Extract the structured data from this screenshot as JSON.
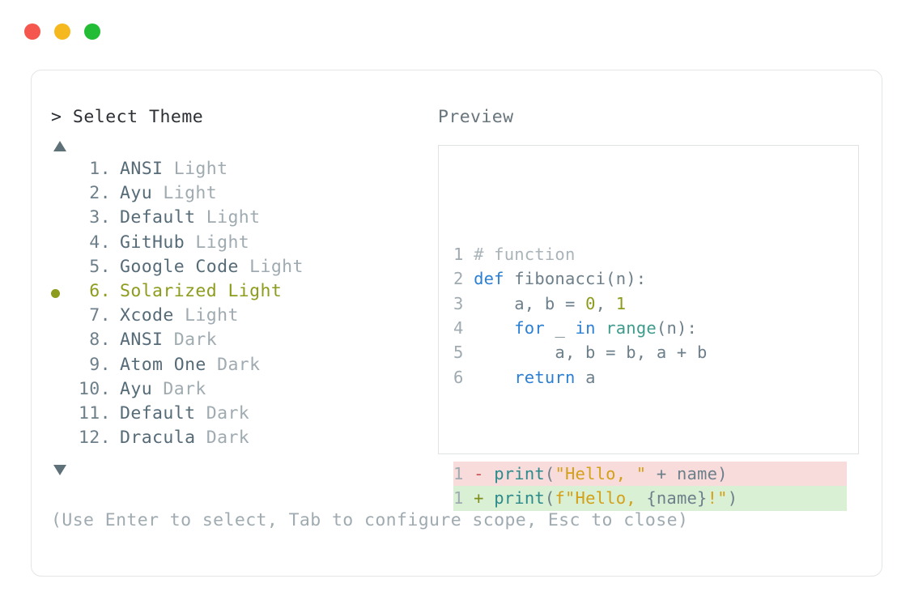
{
  "window": {
    "traffic_lights": [
      {
        "name": "close-button",
        "color": "#f5574e"
      },
      {
        "name": "minimize-button",
        "color": "#f5b81e"
      },
      {
        "name": "maximize-button",
        "color": "#22bd34"
      }
    ]
  },
  "left": {
    "prompt_caret": ">",
    "prompt_title": "Select Theme",
    "scroll_up_icon": "triangle-up-icon",
    "scroll_down_icon": "triangle-down-icon",
    "selected_index": 6,
    "themes": [
      {
        "index": "1.",
        "name": "ANSI",
        "variant": "Light",
        "selected": false
      },
      {
        "index": "2.",
        "name": "Ayu",
        "variant": "Light",
        "selected": false
      },
      {
        "index": "3.",
        "name": "Default",
        "variant": "Light",
        "selected": false
      },
      {
        "index": "4.",
        "name": "GitHub",
        "variant": "Light",
        "selected": false
      },
      {
        "index": "5.",
        "name": "Google Code",
        "variant": "Light",
        "selected": false
      },
      {
        "index": "6.",
        "name": "Solarized",
        "variant": "Light",
        "selected": true
      },
      {
        "index": "7.",
        "name": "Xcode",
        "variant": "Light",
        "selected": false
      },
      {
        "index": "8.",
        "name": "ANSI",
        "variant": "Dark",
        "selected": false
      },
      {
        "index": "9.",
        "name": "Atom One",
        "variant": "Dark",
        "selected": false
      },
      {
        "index": "10.",
        "name": "Ayu",
        "variant": "Dark",
        "selected": false
      },
      {
        "index": "11.",
        "name": "Default",
        "variant": "Dark",
        "selected": false
      },
      {
        "index": "12.",
        "name": "Dracula",
        "variant": "Dark",
        "selected": false
      }
    ]
  },
  "right": {
    "preview_label": "Preview",
    "code": {
      "lines": [
        {
          "no": "1",
          "tokens": [
            {
              "t": "# function",
              "c": "cmt"
            }
          ]
        },
        {
          "no": "2",
          "tokens": [
            {
              "t": "def ",
              "c": "kw"
            },
            {
              "t": "fibonacci",
              "c": "plain"
            },
            {
              "t": "(n):",
              "c": "plain"
            }
          ]
        },
        {
          "no": "3",
          "tokens": [
            {
              "t": "    a, b = ",
              "c": "plain"
            },
            {
              "t": "0",
              "c": "num"
            },
            {
              "t": ", ",
              "c": "plain"
            },
            {
              "t": "1",
              "c": "num"
            }
          ]
        },
        {
          "no": "4",
          "tokens": [
            {
              "t": "    ",
              "c": "plain"
            },
            {
              "t": "for",
              "c": "kw"
            },
            {
              "t": " _ ",
              "c": "plain"
            },
            {
              "t": "in",
              "c": "kw"
            },
            {
              "t": " ",
              "c": "plain"
            },
            {
              "t": "range",
              "c": "fn"
            },
            {
              "t": "(n):",
              "c": "plain"
            }
          ]
        },
        {
          "no": "5",
          "tokens": [
            {
              "t": "        a, b = b, a + b",
              "c": "plain"
            }
          ]
        },
        {
          "no": "6",
          "tokens": [
            {
              "t": "    ",
              "c": "plain"
            },
            {
              "t": "return",
              "c": "kw"
            },
            {
              "t": " a",
              "c": "plain"
            }
          ]
        }
      ]
    },
    "diff": {
      "removed": {
        "no": "1",
        "sign": "-",
        "tokens": [
          {
            "t": "print",
            "c": "call"
          },
          {
            "t": "(",
            "c": "plain"
          },
          {
            "t": "\"Hello, \"",
            "c": "str"
          },
          {
            "t": " + name)",
            "c": "plain"
          }
        ]
      },
      "added": {
        "no": "1",
        "sign": "+",
        "tokens": [
          {
            "t": "print",
            "c": "call"
          },
          {
            "t": "(",
            "c": "plain"
          },
          {
            "t": "f\"Hello, ",
            "c": "str"
          },
          {
            "t": "{name}",
            "c": "plain"
          },
          {
            "t": "!\"",
            "c": "str"
          },
          {
            "t": ")",
            "c": "plain"
          }
        ]
      }
    }
  },
  "footer": {
    "help_text": "(Use Enter to select, Tab to configure scope, Esc to close)"
  }
}
